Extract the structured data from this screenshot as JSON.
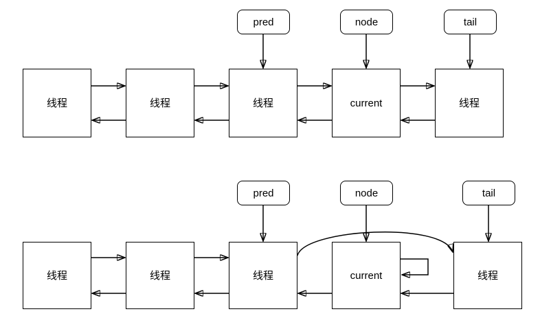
{
  "colors": {
    "background": "#ffffff",
    "stroke": "#000000",
    "shape_fill": "#ffffff"
  },
  "row1": {
    "labels": [
      "pred",
      "node",
      "tail"
    ],
    "nodes": [
      "线程",
      "线程",
      "线程",
      "current",
      "线程"
    ]
  },
  "row2": {
    "labels": [
      "pred",
      "node",
      "tail"
    ],
    "nodes": [
      "线程",
      "线程",
      "线程",
      "current",
      "线程"
    ]
  }
}
